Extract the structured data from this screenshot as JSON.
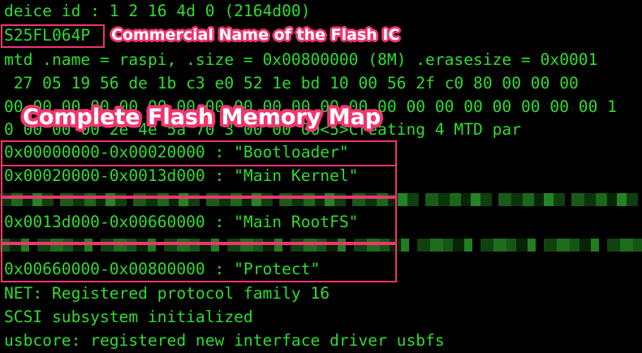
{
  "terminal": {
    "lines": [
      "deice id : 1 2 16 4d 0 (2164d00)",
      "S25FL064P",
      "mtd .name = raspi, .size = 0x00800000 (8M) .erasesize = 0x0001",
      " 27 05 19 56 de 1b c3 e0 52 1e bd 10 00 56 2f c0 80 00 00 00",
      "00 00 00 00 00 00 00 00 00 00 00 00 00 00 00 00 00 00 00 00 00 1",
      "0 00 00 00 2e 4e 5a 70 3 00 00 00<5>Creating 4 MTD par",
      "0x00000000-0x00020000 : \"Bootloader\"",
      "0x00020000-0x0013d000 : \"Main Kernel\"",
      "0x0013d000-0x00660000 : \"Main RootFS\"",
      "0x00660000-0x00800000 : \"Protect\"",
      "NET: Registered protocol family 16",
      "SCSI subsystem initialized",
      "usbcore: registered new interface driver usbfs"
    ]
  },
  "annotations": {
    "flash_ic_label": "Commercial Name of the Flash IC",
    "memory_map_label": "Complete Flash Memory Map"
  },
  "colors": {
    "terminal_bg": "#000000",
    "terminal_text": "#2fdc2f",
    "highlight": "#f0356e",
    "label_text": "#ffffff"
  }
}
